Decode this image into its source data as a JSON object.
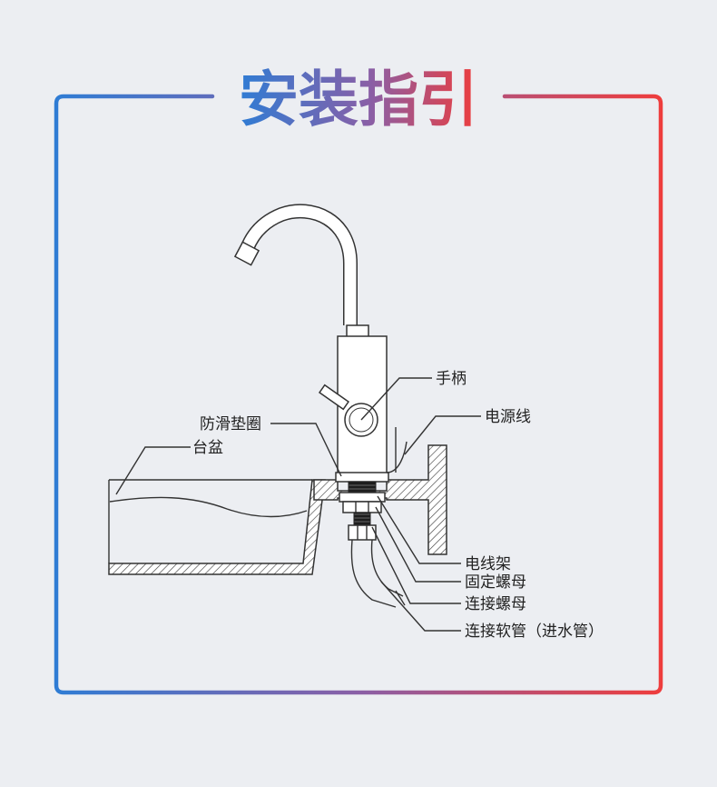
{
  "title": "安装指引",
  "colors": {
    "left": "#2f7cd4",
    "right": "#ee3d3d",
    "mid": "#8a5fa6"
  },
  "labels": {
    "handle": "手柄",
    "power_cord": "电源线",
    "anti_slip_gasket": "防滑垫圈",
    "basin": "台盆",
    "cable_bracket": "电线架",
    "fixing_nut": "固定螺母",
    "connecting_nut": "连接螺母",
    "inlet_hose": "连接软管（进水管）"
  }
}
